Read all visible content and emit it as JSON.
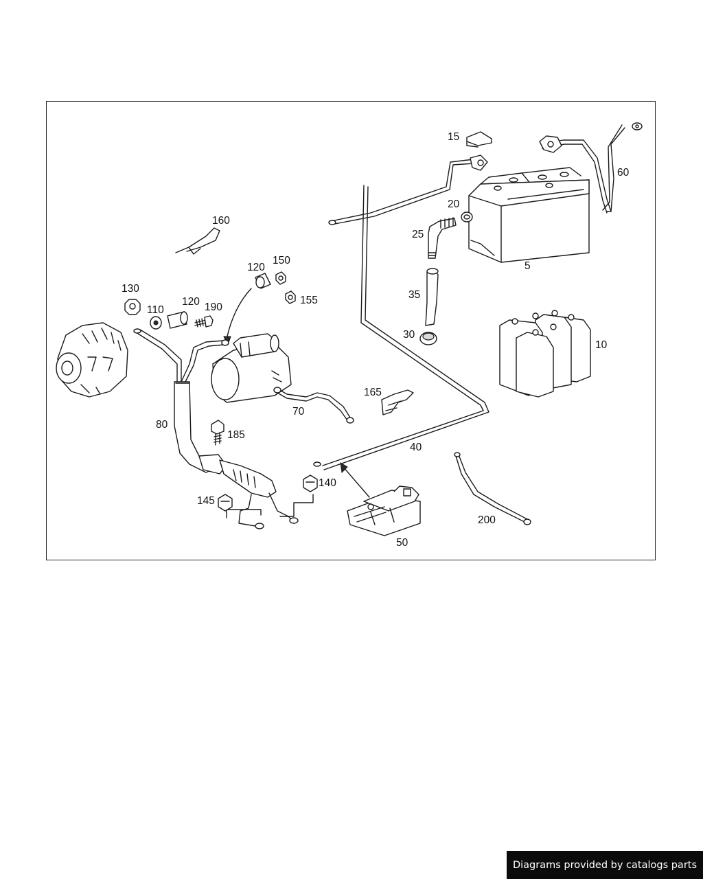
{
  "diagram": {
    "callouts": {
      "c5": "5",
      "c10": "10",
      "c15": "15",
      "c20": "20",
      "c25": "25",
      "c30": "30",
      "c35": "35",
      "c40": "40",
      "c50": "50",
      "c60": "60",
      "c70": "70",
      "c80": "80",
      "c110": "110",
      "c120a": "120",
      "c120b": "120",
      "c130": "130",
      "c140": "140",
      "c145": "145",
      "c150": "150",
      "c155": "155",
      "c160": "160",
      "c165": "165",
      "c185": "185",
      "c190": "190",
      "c200": "200"
    }
  },
  "footer": {
    "text": "Diagrams provided by catalogs parts"
  },
  "colors": {
    "line": "#1a1a1a",
    "banner_bg": "#0b0b0b",
    "banner_text": "#ffffff"
  }
}
